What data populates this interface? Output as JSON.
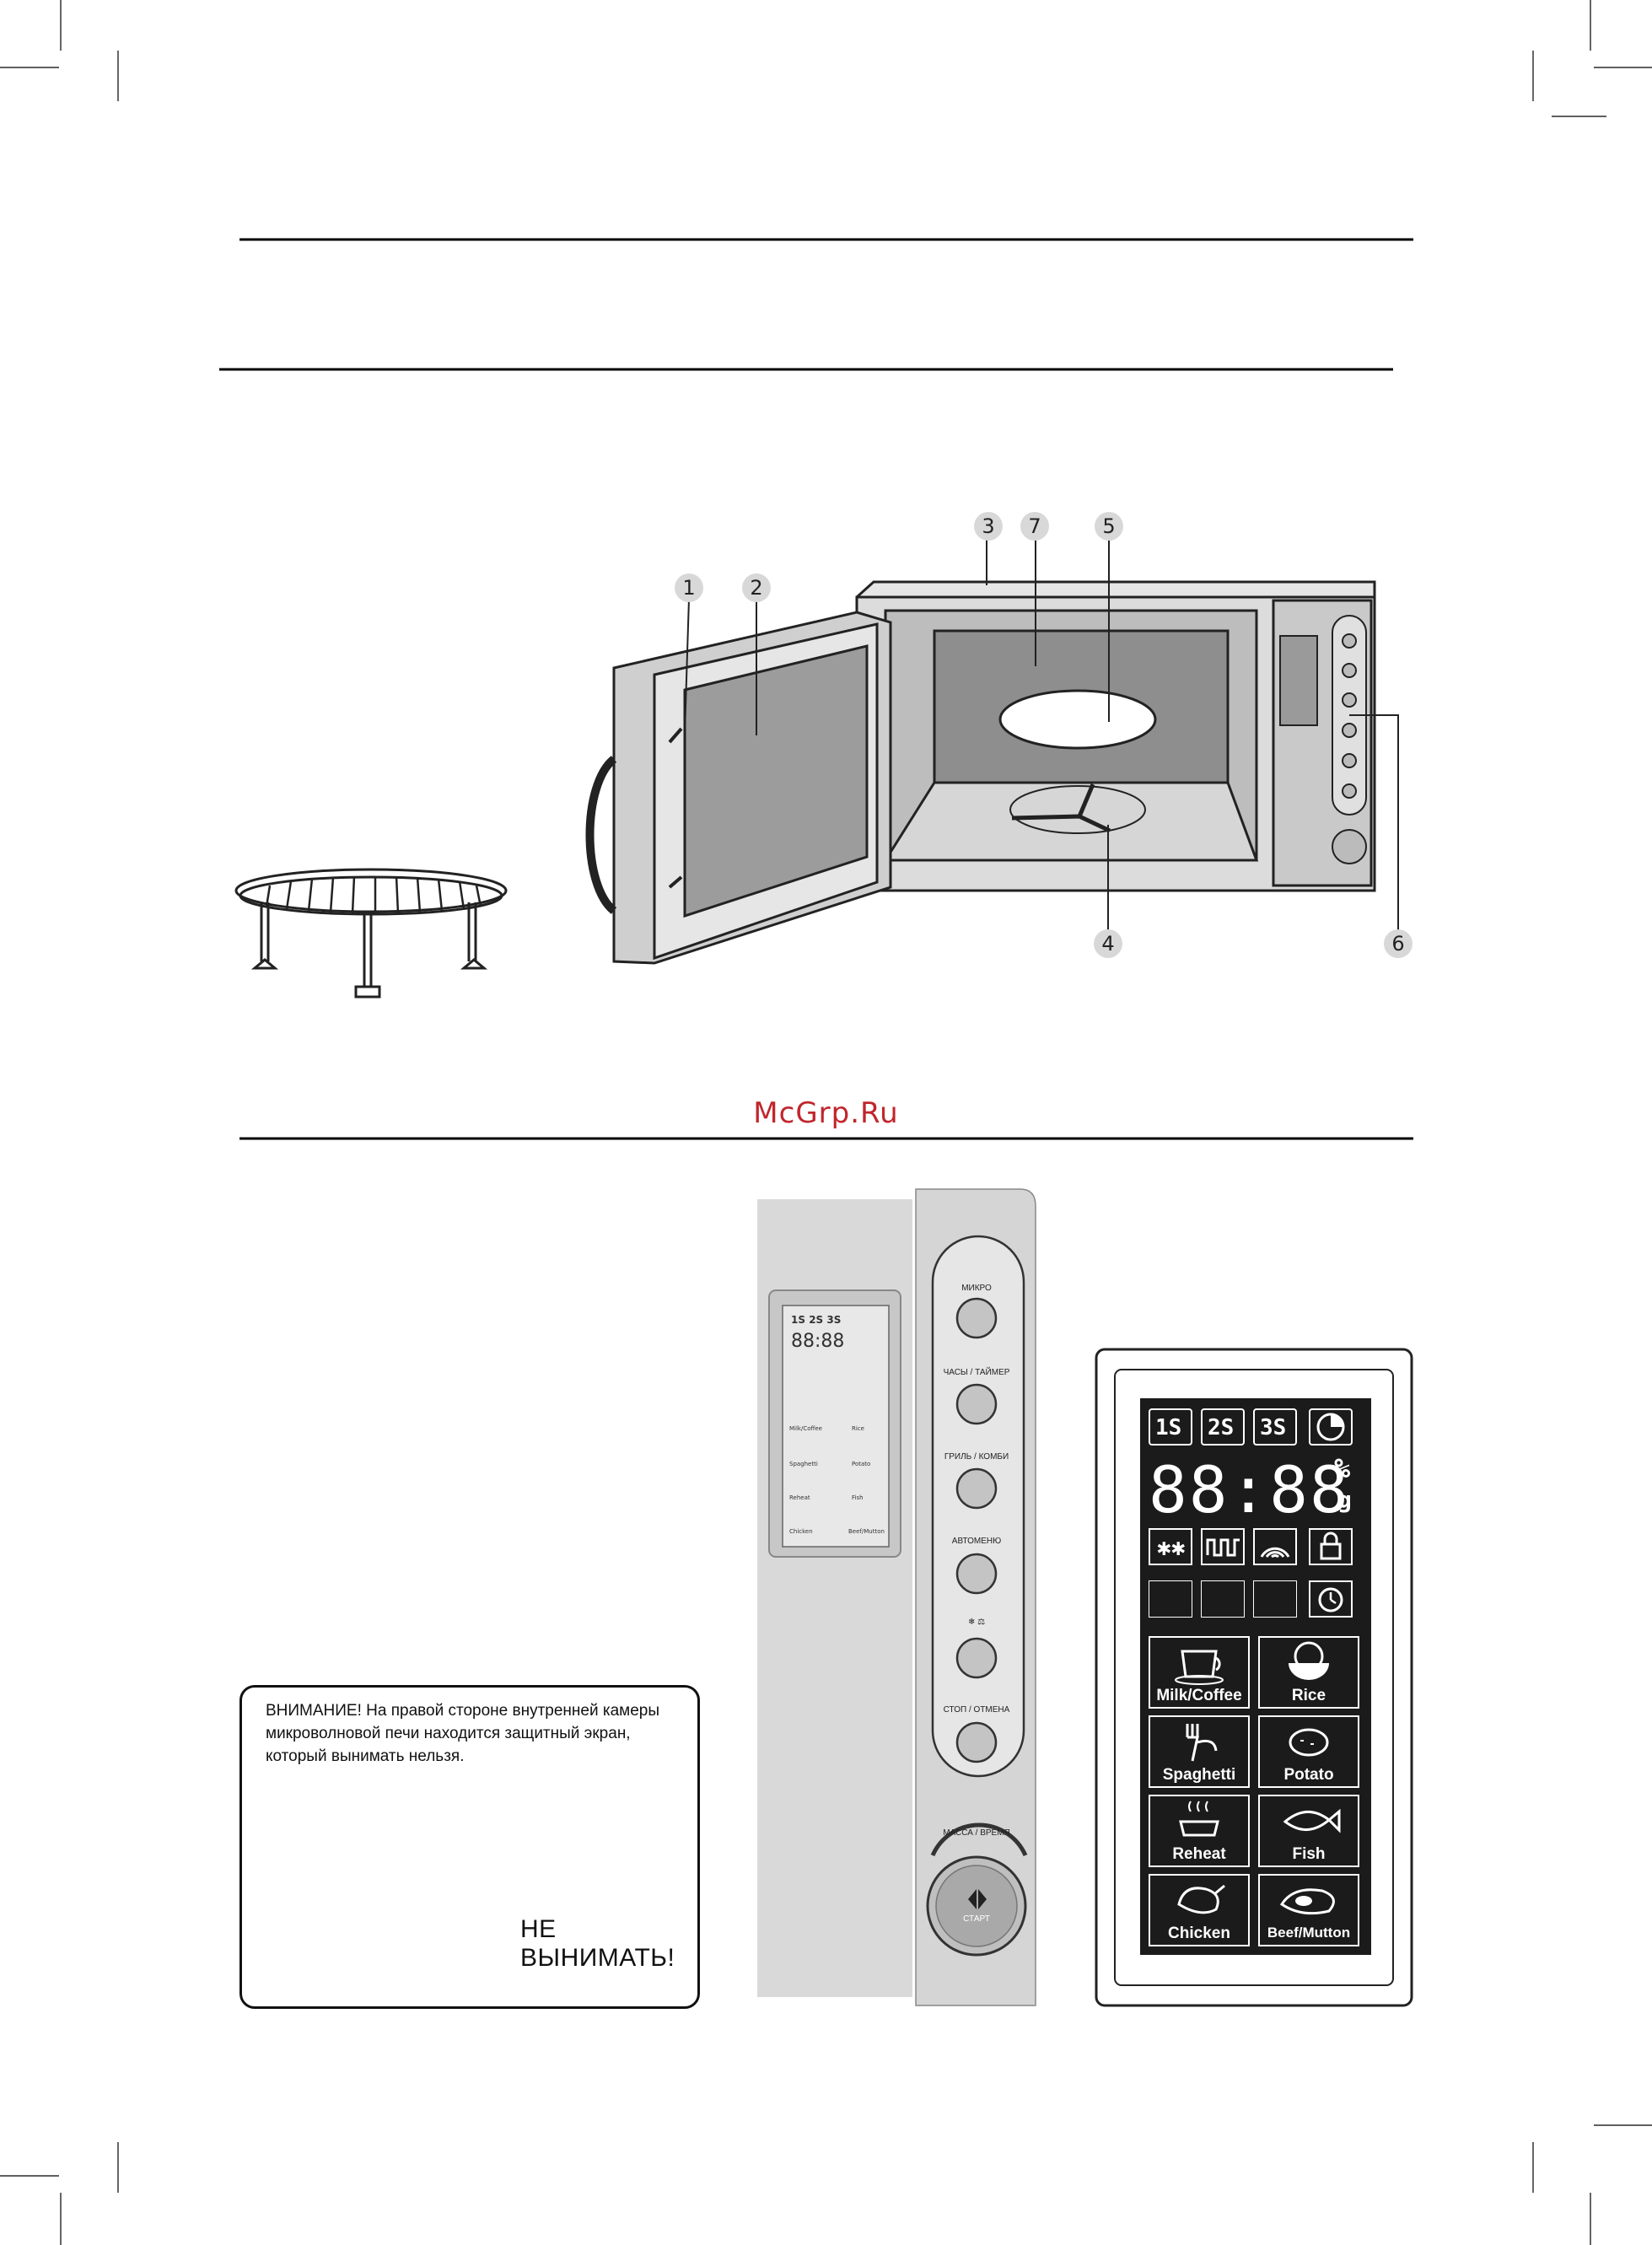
{
  "callouts": [
    "1",
    "2",
    "3",
    "7",
    "5",
    "4",
    "6"
  ],
  "watermark": "McGrp.Ru",
  "warning": {
    "text": "ВНИМАНИЕ!  На правой стороне внутренней камеры микроволновой печи находится защитный экран, который вынимать нельзя.",
    "label": "НЕ ВЫНИМАТЬ!"
  },
  "control_panel": {
    "buttons": [
      "МИКРО",
      "ЧАСЫ / ТАЙМЕР",
      "ГРИЛЬ / КОМБИ",
      "АВТОМЕНЮ",
      "",
      "СТОП / ОТМЕНА"
    ],
    "dial_top": "МАССА / ВРЕМЯ",
    "dial_center": "СТАРТ"
  },
  "display": {
    "stages": [
      "1S",
      "2S",
      "3S"
    ],
    "digits": "88:88",
    "unit_percent": "%",
    "unit_g": "g",
    "menu": [
      "Milk/Coffee",
      "Rice",
      "Spaghetti",
      "Potato",
      "Reheat",
      "Fish",
      "Chicken",
      "Beef/Mutton"
    ]
  },
  "icons": [
    "clock-icon",
    "snowflake-icon",
    "grill-coil-icon",
    "microwave-wave-icon",
    "lock-icon",
    "timer-icon",
    "cup-icon",
    "rice-bowl-icon",
    "fork-icon",
    "potato-icon",
    "steam-dish-icon",
    "fish-icon",
    "chicken-icon",
    "steak-icon"
  ],
  "colors": {
    "watermark": "#c0262c",
    "lcd_bg": "#1b1b1b",
    "panel": "#d9d9d9"
  }
}
